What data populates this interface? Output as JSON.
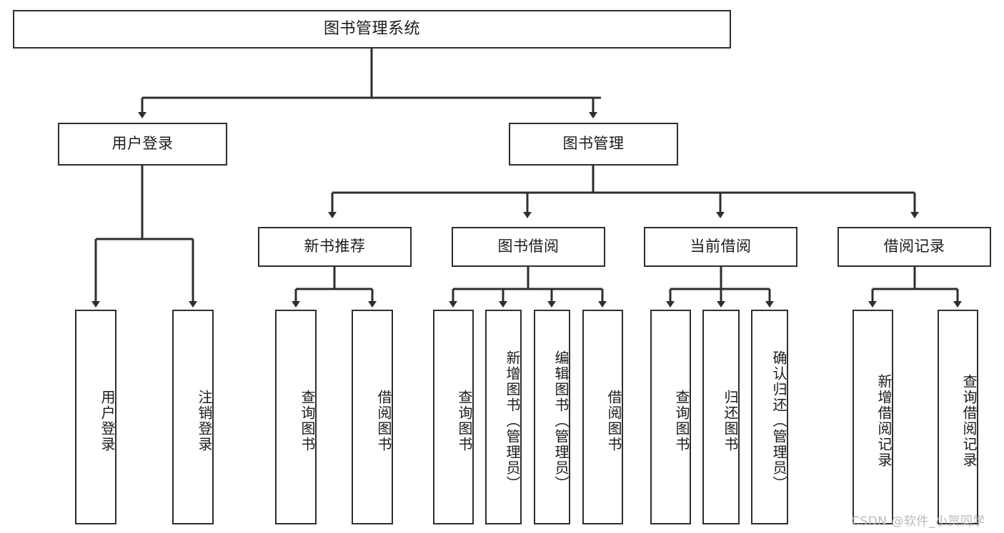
{
  "diagram": {
    "type": "tree-flowchart",
    "title": "图书管理系统",
    "root": {
      "label": "图书管理系统"
    },
    "level2": [
      {
        "label": "用户登录"
      },
      {
        "label": "图书管理"
      }
    ],
    "level3": [
      {
        "label": "新书推荐"
      },
      {
        "label": "图书借阅"
      },
      {
        "label": "当前借阅"
      },
      {
        "label": "借阅记录"
      }
    ],
    "leaves": {
      "user_login": [
        {
          "label": "用户登录"
        },
        {
          "label": "注销登录"
        }
      ],
      "new_book_recommend": [
        {
          "label": "查询图书"
        },
        {
          "label": "借阅图书"
        }
      ],
      "book_borrow": [
        {
          "label": "查询图书"
        },
        {
          "label": "新增图书（管理员）"
        },
        {
          "label": "编辑图书（管理员）"
        },
        {
          "label": "借阅图书"
        }
      ],
      "current_borrow": [
        {
          "label": "查询图书"
        },
        {
          "label": "归还图书"
        },
        {
          "label": "确认归还（管理员）"
        }
      ],
      "borrow_record": [
        {
          "label": "新增借阅记录"
        },
        {
          "label": "查询借阅记录"
        }
      ]
    },
    "watermark": "CSDN @软件_小贺同学",
    "colors": {
      "stroke": "#2e2e2e",
      "text": "#1b1b1b",
      "background": "#ffffff",
      "watermark": "#b9b9b9"
    }
  }
}
